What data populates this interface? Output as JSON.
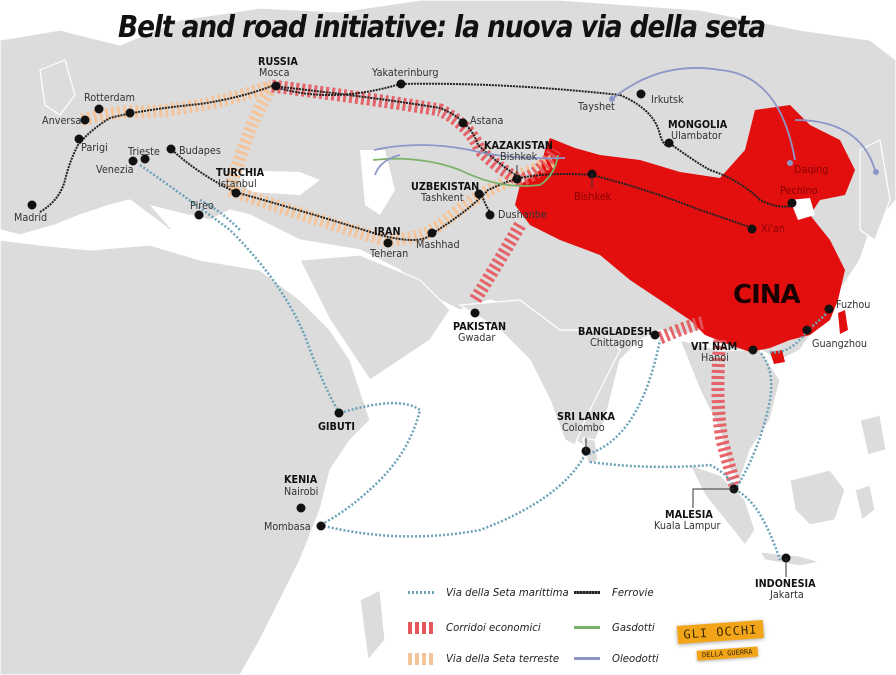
{
  "title": "Belt and road initiative: la nuova via della seta",
  "colors": {
    "land": "#dcdcdc",
    "land_border": "#ffffff",
    "sea": "#ffffff",
    "china": "#e30f0f",
    "maritime_route": "#6aa3b8",
    "railways": "#222222",
    "economic_corridors": "#e4575c",
    "gas_pipelines": "#7bb26b",
    "land_route": "#f6c49a",
    "oil_pipelines": "#8d96c8",
    "logo_bg": "#f3a51a"
  },
  "china_label": "CINA",
  "places": {
    "russia": {
      "country": "RUSSIA",
      "city": "Mosca"
    },
    "yakaterinburg": {
      "city": "Yakaterinburg"
    },
    "tayshet": {
      "city": "Tayshet"
    },
    "irkutsk": {
      "city": "Irkutsk"
    },
    "mongolia": {
      "country": "MONGOLIA",
      "city": "Ulambator"
    },
    "astana": {
      "city": "Astana"
    },
    "kazakistan": {
      "country": "KAZAKISTAN",
      "city": "Bishkek"
    },
    "bishkek_china": {
      "city": "Bishkek"
    },
    "daqing": {
      "city": "Daqing"
    },
    "pechino": {
      "city": "Pechino"
    },
    "xian": {
      "city": "Xi'an"
    },
    "uzbekistan": {
      "country": "UZBEKISTAN",
      "city": "Tashkent"
    },
    "dushanbe": {
      "city": "Dushanbe"
    },
    "iran": {
      "country": "IRAN",
      "city": "Teheran"
    },
    "mashhad": {
      "city": "Mashhad"
    },
    "turchia": {
      "country": "TURCHIA",
      "city": "Istanbul"
    },
    "rotterdam": {
      "city": "Rotterdam"
    },
    "anversa": {
      "city": "Anversa"
    },
    "parigi": {
      "city": "Parigi"
    },
    "madrid": {
      "city": "Madrid"
    },
    "trieste": {
      "city": "Trieste"
    },
    "venezia": {
      "city": "Venezia"
    },
    "budapes": {
      "city": "Budapes"
    },
    "pireo": {
      "city": "Pireo"
    },
    "pakistan": {
      "country": "PAKISTAN",
      "city": "Gwadar"
    },
    "bangladesh": {
      "country": "BANGLADESH",
      "city": "Chittagong"
    },
    "vietnam": {
      "country": "VIT NAM",
      "city": "Hanoi"
    },
    "fuzhou": {
      "city": "Fuzhou"
    },
    "guangzhou": {
      "city": "Guangzhou"
    },
    "gibuti": {
      "country": "GIBUTI"
    },
    "kenia": {
      "country": "KENIA",
      "city": "Nairobi"
    },
    "mombasa": {
      "city": "Mombasa"
    },
    "srilanka": {
      "country": "SRI LANKA",
      "city": "Colombo"
    },
    "malesia": {
      "country": "MALESIA",
      "city": "Kuala Lampur"
    },
    "indonesia": {
      "country": "INDONESIA",
      "city": "Jakarta"
    }
  },
  "legend": [
    {
      "key": "maritime",
      "label": "Via della Seta marittima"
    },
    {
      "key": "railways",
      "label": "Ferrovie"
    },
    {
      "key": "corridors",
      "label": "Corridoi economici"
    },
    {
      "key": "gas",
      "label": "Gasdotti"
    },
    {
      "key": "land",
      "label": "Via della Seta terreste"
    },
    {
      "key": "oil",
      "label": "Oleodotti"
    }
  ],
  "logo": {
    "line1": "GLI OCCHI",
    "line2": "DELLA GUERRA"
  }
}
